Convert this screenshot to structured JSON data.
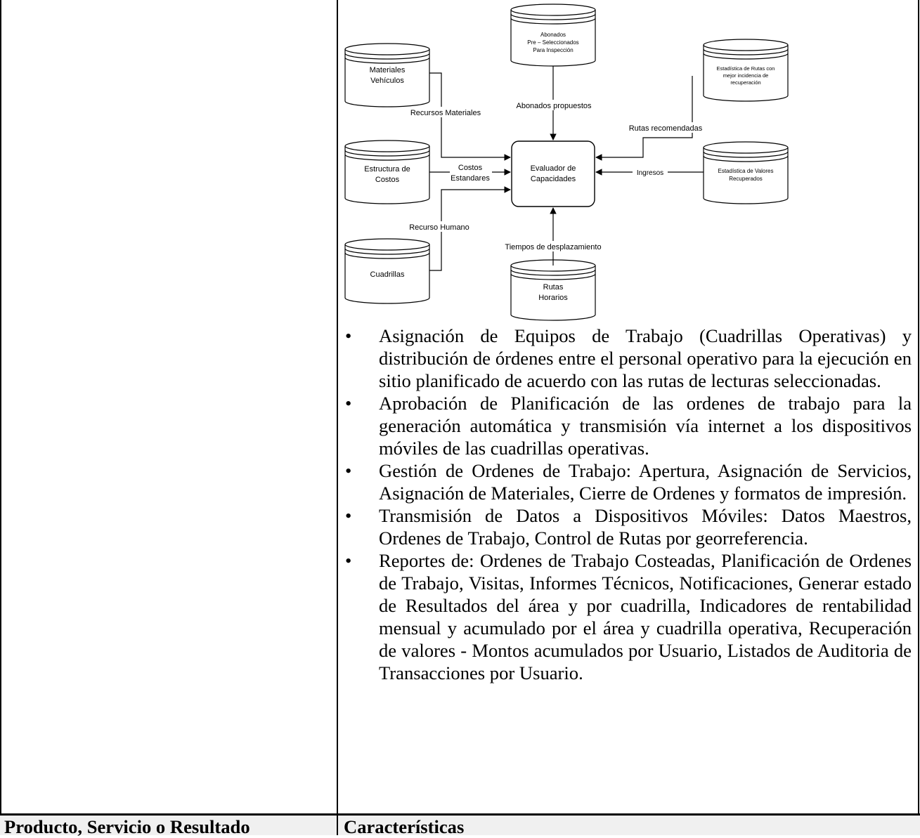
{
  "diagram": {
    "stores": {
      "materiales": [
        "Materiales",
        "Vehículos"
      ],
      "abonados": [
        "Abonados",
        "Pre – Seleccionados",
        "Para Inspección"
      ],
      "estadistica_rutas": [
        "Estadística de Rutas con",
        "mejor incidencia de",
        "recuperación"
      ],
      "estructura": [
        "Estructura de",
        "Costos"
      ],
      "estadistica_valores": [
        "Estadística de Valores",
        "Recuperados"
      ],
      "cuadrillas": [
        "Cuadrillas"
      ],
      "rutas": [
        "Rutas",
        "Horarios"
      ]
    },
    "process": [
      "Evaluador de",
      "Capacidades"
    ],
    "flows": {
      "recursos_materiales": "Recursos Materiales",
      "abonados_propuestos": "Abonados propuestos",
      "rutas_recomendadas": "Rutas recomendadas",
      "costos_estandares": [
        "Costos",
        "Estandares"
      ],
      "ingresos": "Ingresos",
      "recurso_humano": "Recurso Humano",
      "tiempos": "Tiempos de desplazamiento"
    }
  },
  "bullets": [
    "Asignación de Equipos de Trabajo (Cuadrillas Operativas) y distribución de órdenes entre el personal operativo para la ejecución en sitio planificado de acuerdo con las rutas de lecturas seleccionadas.",
    "Aprobación de Planificación de las ordenes de trabajo para la generación automática y transmisión vía internet a los dispositivos móviles de las cuadrillas operativas.",
    "Gestión de Ordenes de Trabajo: Apertura, Asignación de Servicios, Asignación de Materiales, Cierre de Ordenes y formatos de impresión.",
    "Transmisión de Datos a Dispositivos Móviles: Datos Maestros, Ordenes de Trabajo, Control de Rutas por georreferencia.",
    "Reportes de: Ordenes de Trabajo Costeadas, Planificación de Ordenes de Trabajo, Visitas, Informes Técnicos, Notificaciones, Generar estado de Resultados del área y por cuadrilla, Indicadores de rentabilidad mensual y acumulado por el área y cuadrilla operativa, Recuperación de valores - Montos acumulados por Usuario, Listados de Auditoria de Transacciones por Usuario."
  ],
  "footer": {
    "left": "Producto, Servicio o Resultado",
    "right": "Características"
  }
}
